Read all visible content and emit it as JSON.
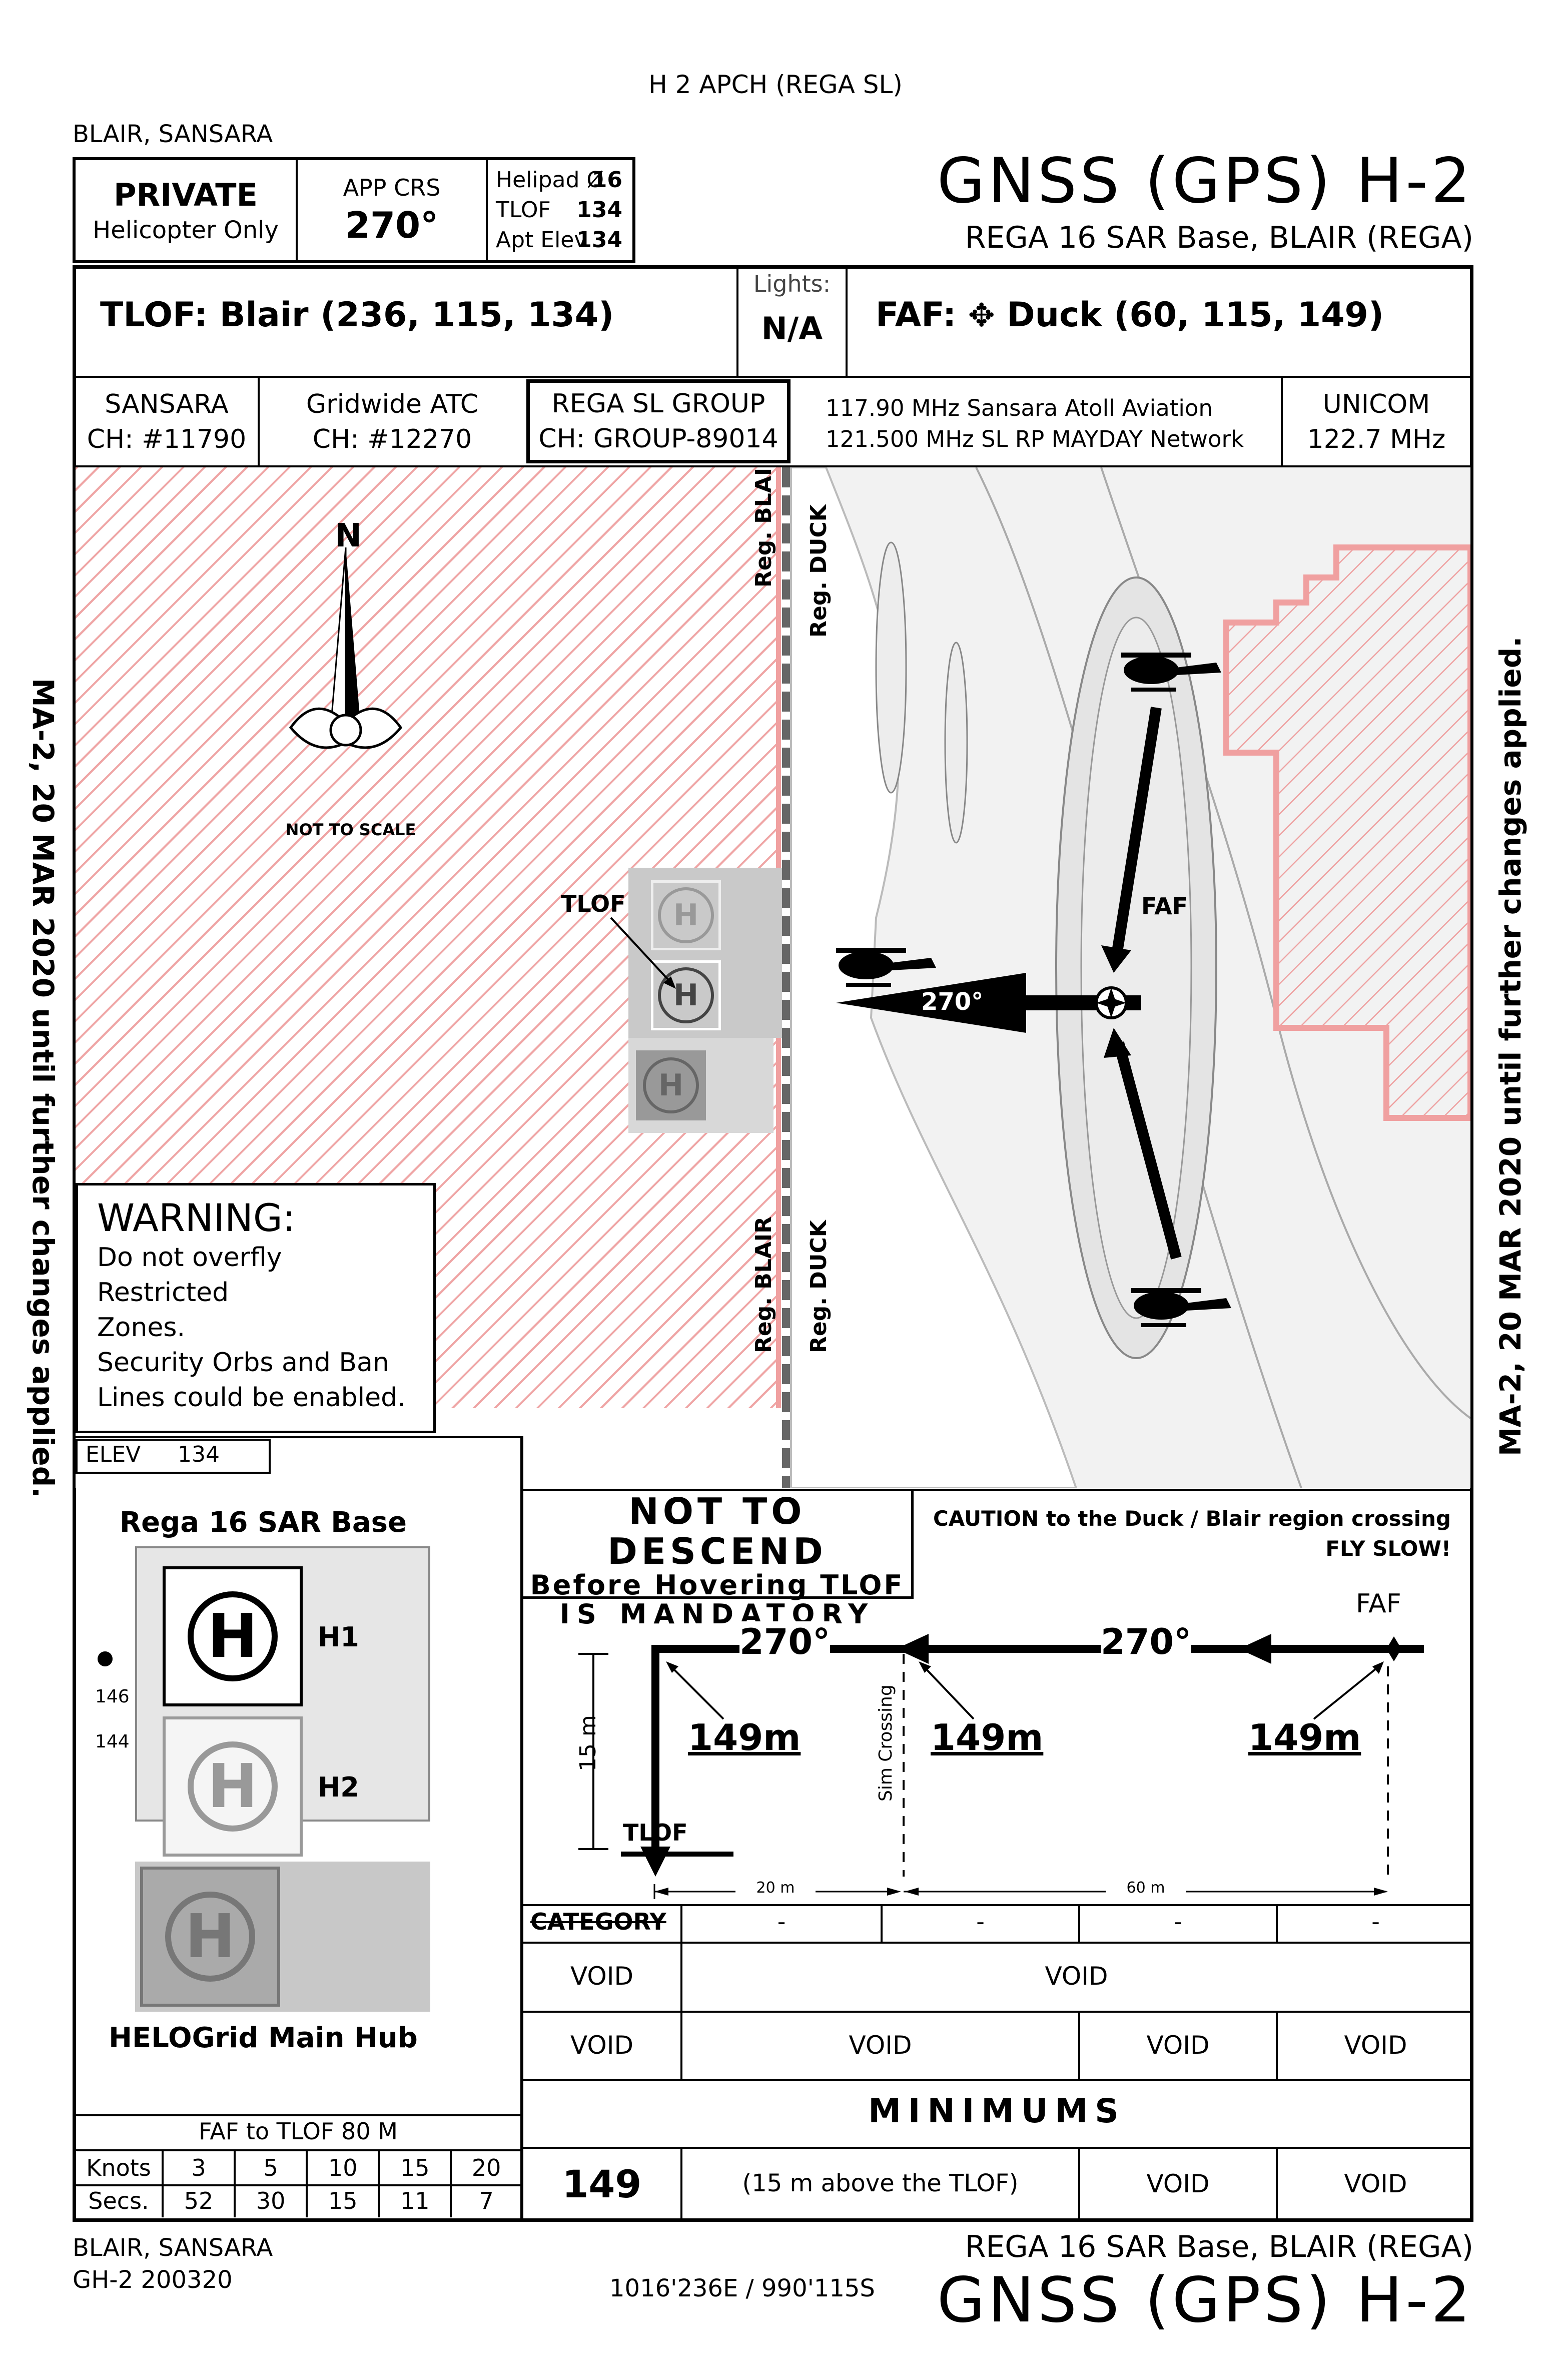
{
  "top_caption": "H 2 APCH (REGA SL)",
  "location_top": "BLAIR, SANSARA",
  "header": {
    "private": "PRIVATE",
    "heli_only": "Helicopter Only",
    "app_crs_label": "APP CRS",
    "app_crs_value": "270°",
    "helipad_label": "Helipad Ø",
    "helipad_value": "16",
    "tlof_label": "TLOF",
    "tlof_value": "134",
    "apt_elev_label": "Apt Elev",
    "apt_elev_value": "134",
    "title": "GNSS (GPS) H-2",
    "subtitle": "REGA 16 SAR Base, BLAIR (REGA)"
  },
  "row2": {
    "tlof_text": "TLOF: Blair (236, 115, 134)",
    "lights_label": "Lights:",
    "lights_value": "N/A",
    "faf_label": "FAF:",
    "faf_text": "Duck (60, 115, 149)"
  },
  "comms": {
    "sansara_name": "SANSARA",
    "sansara_ch": "CH: #11790",
    "gridwide_name": "Gridwide ATC",
    "gridwide_ch": "CH: #12270",
    "group_name": "REGA SL GROUP",
    "group_ch": "CH: GROUP-89014",
    "freq1": "117.90 MHz Sansara Atoll Aviation",
    "freq2": "121.500 MHz SL RP MAYDAY Network",
    "unicom_name": "UNICOM",
    "unicom_freq": "122.7 MHz"
  },
  "map": {
    "north": "N",
    "not_to_scale": "NOT TO SCALE",
    "reg_blair_1": "Reg. BLAIR",
    "reg_duck_1": "Reg. DUCK",
    "reg_blair_2": "Reg. BLAIR",
    "reg_duck_2": "Reg. DUCK",
    "tlof_label": "TLOF",
    "faf_label": "FAF",
    "heading": "270°",
    "warning_title": "WARNING:",
    "warning_lines": [
      "Do not overfly Restricted",
      "Zones.",
      "Security Orbs and Ban",
      "Lines could be enabled."
    ],
    "side_text": "MA-2, 20 MAR 2020 until further changes applied."
  },
  "airport": {
    "elev_label": "ELEV",
    "elev_value": "134",
    "base_name": "Rega 16 SAR Base",
    "h1": "H1",
    "h2": "H2",
    "hub_name": "HELOGrid Main Hub",
    "obst1": "146",
    "obst2": "144"
  },
  "speed_table": {
    "title": "FAF to TLOF 80 M",
    "knots_label": "Knots",
    "secs_label": "Secs.",
    "knots": [
      "3",
      "5",
      "10",
      "15",
      "20"
    ],
    "secs": [
      "52",
      "30",
      "15",
      "11",
      "7"
    ]
  },
  "profile": {
    "descend_1": "NOT TO DESCEND",
    "descend_2": "Before Hovering TLOF",
    "descend_3": "IS MANDATORY",
    "caution_1": "CAUTION to the Duck / Blair region crossing",
    "caution_2": "FLY SLOW!",
    "faf": "FAF",
    "hdg1": "270°",
    "hdg2": "270°",
    "alt1": "149m",
    "alt2": "149m",
    "alt3": "149m",
    "v_label": "15 m",
    "sim_crossing": "Sim Crossing",
    "tlof": "TLOF",
    "dist1": "20 m",
    "dist2": "60 m"
  },
  "minima": {
    "category": "CATEGORY",
    "dash": "-",
    "void": "VOID",
    "minimums": "MINIMUMS",
    "mda": "149",
    "mda_note": "(15 m above the TLOF)"
  },
  "footer": {
    "location": "BLAIR, SANSARA",
    "code": "GH-2 200320",
    "coords": "1016'236E / 990'115S",
    "subtitle": "REGA 16 SAR Base, BLAIR (REGA)",
    "title": "GNSS (GPS) H-2"
  }
}
